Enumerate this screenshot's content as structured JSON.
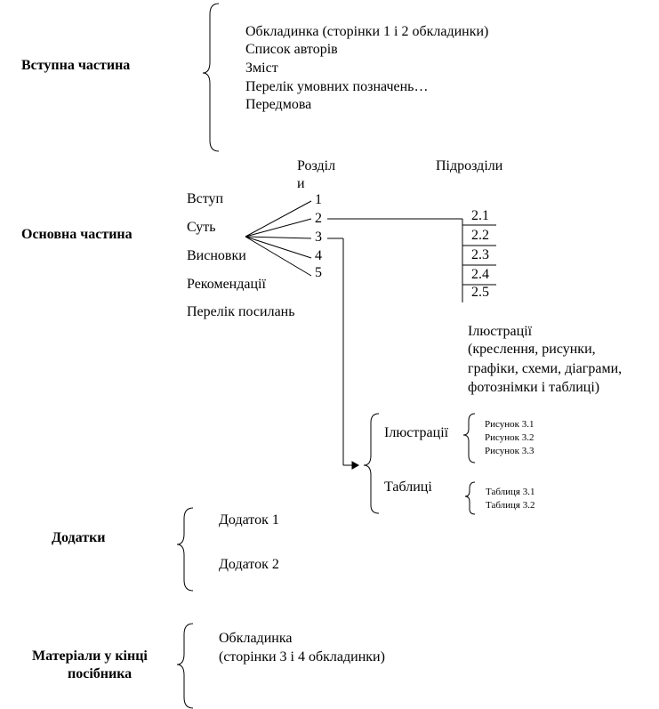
{
  "intro": {
    "heading": "Вступна частина",
    "items": [
      "Обкладинка (сторінки 1 і 2 обкладинки)",
      "Список авторів",
      "Зміст",
      "Перелік умовних позначень…",
      "Передмова"
    ]
  },
  "main": {
    "heading": "Основна частина",
    "sections_header_line1": "Розділ",
    "sections_header_line2": "и",
    "subsections_header": "Підрозділи",
    "parts": [
      "Вступ",
      "Суть",
      "Висновки",
      "Рекомендації",
      "Перелік посилань"
    ],
    "section_numbers": [
      "1",
      "2",
      "3",
      "4",
      "5"
    ],
    "subsections": [
      "2.1",
      "2.2",
      "2.3",
      "2.4",
      "2.5"
    ],
    "illustrations_note": [
      "Ілюстрації",
      "(креслення, рисунки,",
      "графіки, схеми, діаграми,",
      "фотознімки і таблиці)"
    ],
    "illustrations_label": "Ілюстрації",
    "figures": [
      "Рисунок 3.1",
      "Рисунок 3.2",
      "Рисунок 3.3"
    ],
    "tables_label": "Таблиці",
    "tables": [
      "Таблиця 3.1",
      "Таблиця 3.2"
    ]
  },
  "appendices": {
    "heading": "Додатки",
    "items": [
      "Додаток 1",
      "Додаток 2"
    ]
  },
  "end_materials": {
    "heading_line1": "Матеріали у кінці",
    "heading_line2": "посібника",
    "items": [
      "Обкладинка",
      "(сторінки 3 і 4 обкладинки)"
    ]
  }
}
